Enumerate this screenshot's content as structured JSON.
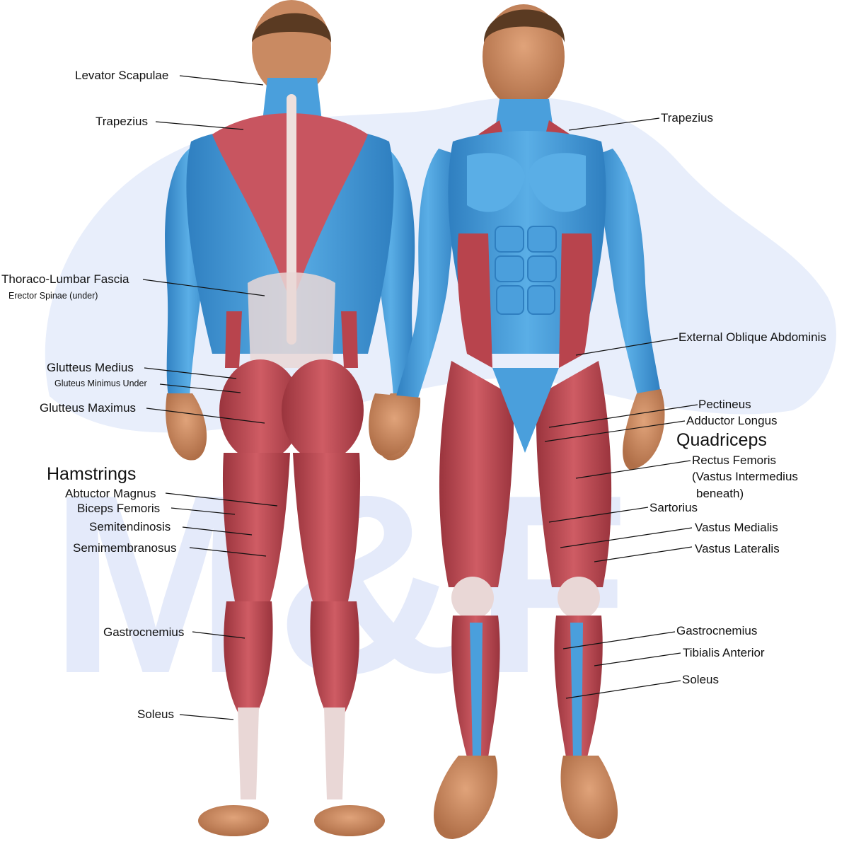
{
  "colors": {
    "muscle_blue": "#4a9fdc",
    "muscle_blue_dark": "#2f7fc0",
    "muscle_red": "#b8444d",
    "muscle_red_light": "#d66b72",
    "tendon": "#e9d7d6",
    "skin": "#c9855b",
    "hair": "#5a3a22",
    "watermark": "#e8eefb",
    "leader": "#111111"
  },
  "watermark": {
    "text": "M&F",
    "icon": "flexed-arm-logo-icon"
  },
  "posterior": {
    "labels": [
      {
        "id": "levator-scapulae",
        "text": "Levator Scapulae"
      },
      {
        "id": "trapezius-back",
        "text": "Trapezius"
      },
      {
        "id": "thoraco-lumbar-fascia",
        "text": "Thoraco-Lumbar Fascia"
      },
      {
        "id": "erector-spinae",
        "text": "Erector Spinae (under)"
      },
      {
        "id": "glutteus-medius",
        "text": "Glutteus Medius"
      },
      {
        "id": "gluteus-minimus",
        "text": "Gluteus Minimus Under"
      },
      {
        "id": "glutteus-maximus",
        "text": "Glutteus Maximus"
      },
      {
        "id": "hamstrings-heading",
        "text": "Hamstrings"
      },
      {
        "id": "abtuctor-magnus",
        "text": "Abtuctor Magnus"
      },
      {
        "id": "biceps-femoris",
        "text": "Biceps Femoris"
      },
      {
        "id": "semitendinosis",
        "text": "Semitendinosis"
      },
      {
        "id": "semimembranosus",
        "text": "Semimembranosus"
      },
      {
        "id": "gastrocnemius-back",
        "text": "Gastrocnemius"
      },
      {
        "id": "soleus-back",
        "text": "Soleus"
      }
    ]
  },
  "anterior": {
    "labels": [
      {
        "id": "trapezius-front",
        "text": "Trapezius"
      },
      {
        "id": "external-oblique",
        "text": "External Oblique Abdominis"
      },
      {
        "id": "pectineus",
        "text": "Pectineus"
      },
      {
        "id": "adductor-longus",
        "text": "Adductor Longus"
      },
      {
        "id": "quadriceps-heading",
        "text": "Quadriceps"
      },
      {
        "id": "rectus-femoris",
        "text": "Rectus Femoris"
      },
      {
        "id": "vastus-intermedius-1",
        "text": "(Vastus Intermedius"
      },
      {
        "id": "vastus-intermedius-2",
        "text": "beneath)"
      },
      {
        "id": "sartorius",
        "text": "Sartorius"
      },
      {
        "id": "vastus-medialis",
        "text": "Vastus Medialis"
      },
      {
        "id": "vastus-lateralis",
        "text": "Vastus Lateralis"
      },
      {
        "id": "gastrocnemius-front",
        "text": "Gastrocnemius"
      },
      {
        "id": "tibialis-anterior",
        "text": "Tibialis Anterior"
      },
      {
        "id": "soleus-front",
        "text": "Soleus"
      }
    ]
  }
}
